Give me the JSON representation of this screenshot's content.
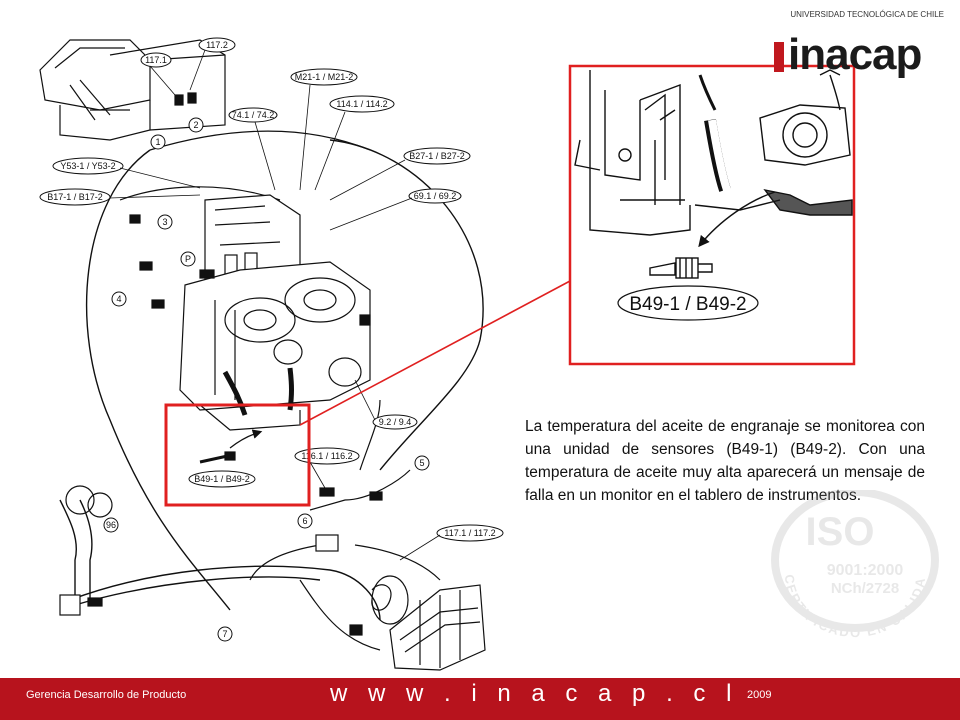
{
  "brand": {
    "university": "UNIVERSIDAD TECNOLÓGICA DE CHILE",
    "name": "inacap",
    "red": "#c0181e",
    "footer_red": "#b7131d"
  },
  "diagram": {
    "labels": [
      "117.2",
      "117.1",
      "M21-1 / M21-2",
      "74.1 / 74.2",
      "114.1 / 114.2",
      "Y53-1 / Y53-2",
      "B27-1 / B27-2",
      "B17-1 / B17-2",
      "69.1 / 69.2",
      "9.2 / 9.4",
      "116.1 / 116.2",
      "B49-1 / B49-2",
      "117.1 / 117.2"
    ],
    "numbers": [
      "1",
      "2",
      "3",
      "4",
      "5",
      "6",
      "7",
      "P",
      "96"
    ]
  },
  "zoom": {
    "label": "B49-1 / B49-2"
  },
  "description": "La temperatura del aceite de engranaje se monitorea con una unidad de sensores (B49-1) (B49-2). Con una temperatura de aceite muy alta aparecerá un mensaje de falla en un monitor en el tablero de instrumentos.",
  "watermark": {
    "iso": "ISO",
    "line1": "9001:2000",
    "line2": "NCh/2728",
    "ring": "CERTIFICADO EN CALIDAD"
  },
  "footer": {
    "left": "Gerencia Desarrollo de Producto",
    "center": "w w w . i n a c a p . c l",
    "right": "2009"
  }
}
